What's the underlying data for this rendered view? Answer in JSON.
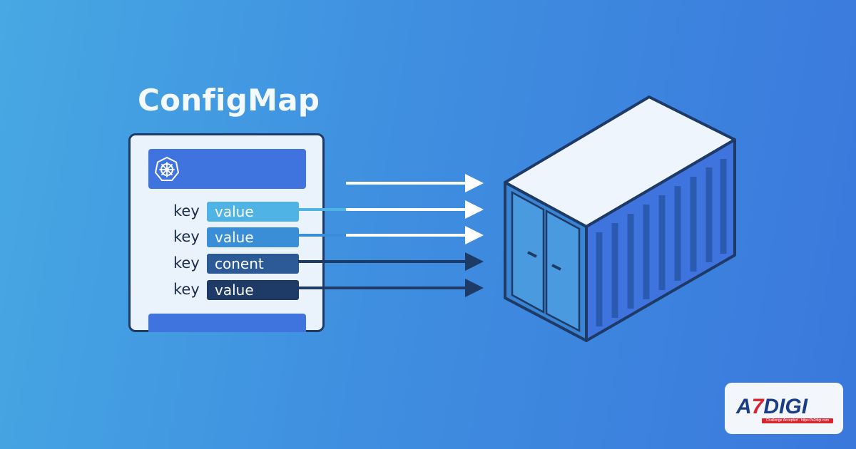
{
  "title": "ConfigMap",
  "icons": {
    "header": "kubernetes-helm-icon",
    "target": "shipping-container-icon"
  },
  "entries": [
    {
      "key": "key",
      "value": "value",
      "color": "#4fb3e6",
      "arrow_color": "#ffffff"
    },
    {
      "key": "key",
      "value": "value",
      "color": "#3a8ed8",
      "arrow_color": "#ffffff"
    },
    {
      "key": "key",
      "value": "conent",
      "color": "#2c5a96",
      "arrow_color": "#1e3a66"
    },
    {
      "key": "key",
      "value": "value",
      "color": "#1e3a66",
      "arrow_color": "#1e3a66"
    }
  ],
  "logo": {
    "a": "A",
    "seven": "7",
    "rest": "DIGI",
    "tagline": "Challenge Accepted - https://a2digi.com"
  }
}
